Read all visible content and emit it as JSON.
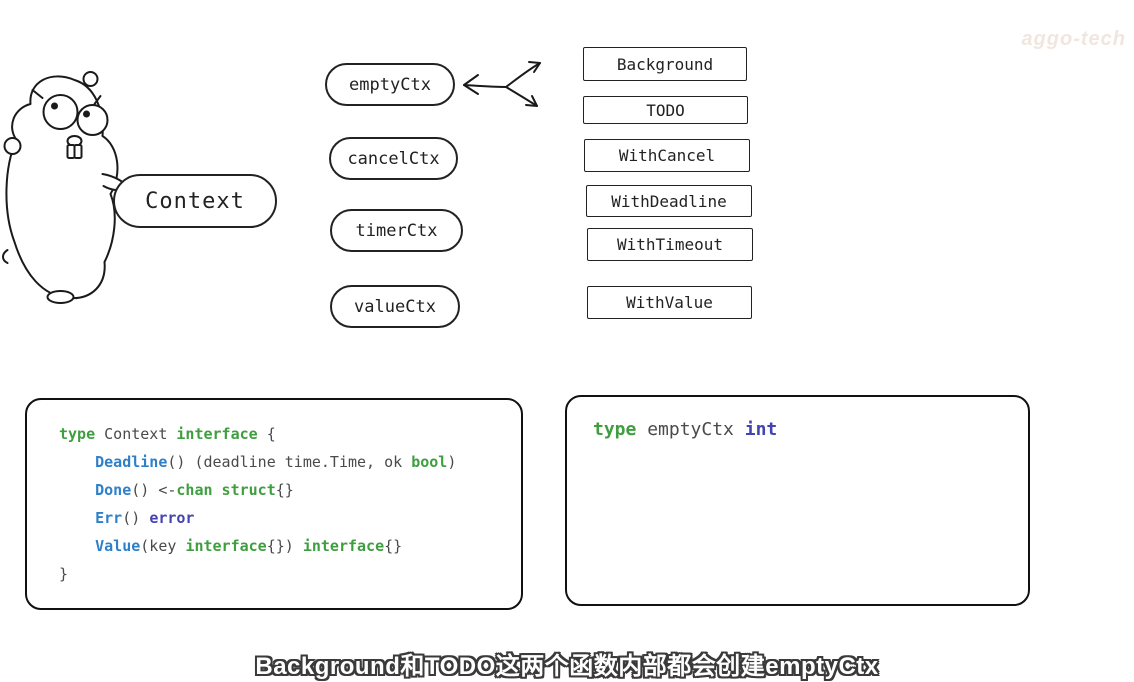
{
  "watermark": "aggo-tech",
  "diagram": {
    "context_label": "Context",
    "ctx_types": [
      "emptyCtx",
      "cancelCtx",
      "timerCtx",
      "valueCtx"
    ],
    "functions": [
      "Background",
      "TODO",
      "WithCancel",
      "WithDeadline",
      "WithTimeout",
      "WithValue"
    ]
  },
  "code_left": {
    "lines": [
      [
        [
          "type",
          "kw"
        ],
        [
          " Context ",
          "p"
        ],
        [
          "interface",
          "kw"
        ],
        [
          " {",
          "p"
        ]
      ],
      [
        [
          "    ",
          "p"
        ],
        [
          "Deadline",
          "fn"
        ],
        [
          "() (deadline time.Time, ok ",
          "p"
        ],
        [
          "bool",
          "kw"
        ],
        [
          ")",
          "p"
        ]
      ],
      [
        [
          "    ",
          "p"
        ],
        [
          "Done",
          "fn"
        ],
        [
          "() <-",
          "p"
        ],
        [
          "chan struct",
          "kw"
        ],
        [
          "{}",
          "p"
        ]
      ],
      [
        [
          "    ",
          "p"
        ],
        [
          "Err",
          "fn"
        ],
        [
          "() ",
          "p"
        ],
        [
          "error",
          "ty"
        ]
      ],
      [
        [
          "    ",
          "p"
        ],
        [
          "Value",
          "fn"
        ],
        [
          "(key ",
          "p"
        ],
        [
          "interface",
          "kw"
        ],
        [
          "{}) ",
          "p"
        ],
        [
          "interface",
          "kw"
        ],
        [
          "{}",
          "p"
        ]
      ],
      [
        [
          "}",
          "p"
        ]
      ]
    ]
  },
  "code_right": {
    "lines": [
      [
        [
          "type",
          "kw"
        ],
        [
          " emptyCtx ",
          "p"
        ],
        [
          "int",
          "ty"
        ]
      ]
    ]
  },
  "subtitle": "Background和TODO这两个函数内部都会创建emptyCtx",
  "colors": {
    "keyword_green": "#3f9e3f",
    "method_blue": "#2f80c8",
    "type_navy": "#4343b2",
    "plain_gray": "#4a4a4a",
    "stroke_black": "#222222"
  }
}
